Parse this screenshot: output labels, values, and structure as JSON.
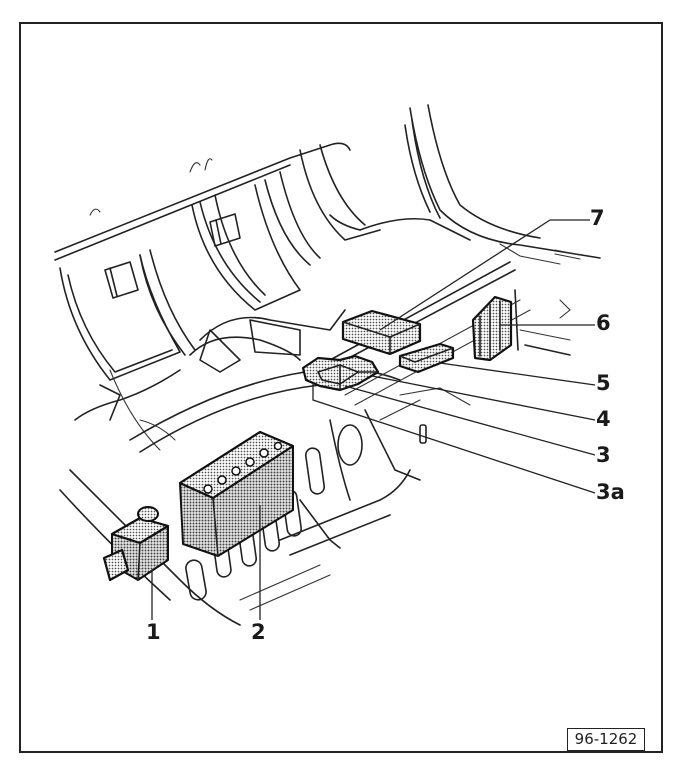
{
  "figure": {
    "reference_number": "96-1262",
    "callouts": {
      "c1": "1",
      "c2": "2",
      "c3": "3",
      "c3a": "3a",
      "c4": "4",
      "c5": "5",
      "c6": "6",
      "c7": "7"
    }
  }
}
